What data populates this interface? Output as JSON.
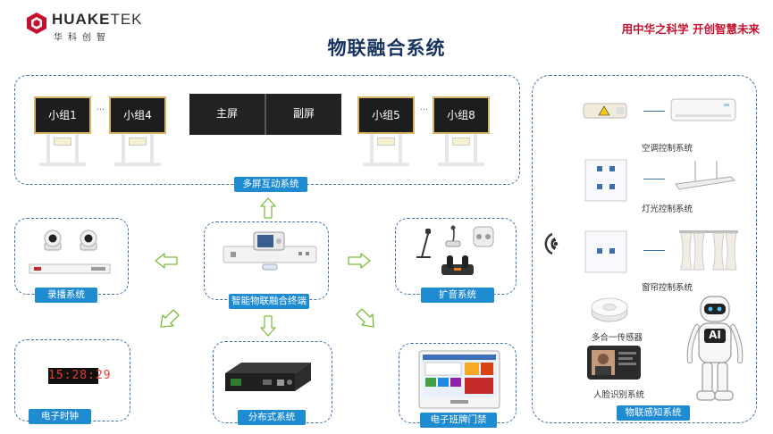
{
  "header": {
    "logo_text_bold": "HUAKE",
    "logo_text_light": "TEK",
    "logo_sub": "华科创智",
    "slogan": "用中华之科学 开创智慧未来",
    "title": "物联融合系统"
  },
  "screens": {
    "groups": [
      "小组1",
      "小组4",
      "小组5",
      "小组8"
    ],
    "ellipsis": "…",
    "main": "主屏",
    "sub": "副屏",
    "tag": "多屏互动系统"
  },
  "center": {
    "tag": "智能物联融合终端"
  },
  "recording": {
    "tag": "录播系统"
  },
  "audio": {
    "tag": "扩音系统"
  },
  "clock": {
    "tag": "电子时钟",
    "time": "15:28:29"
  },
  "distributed": {
    "tag": "分布式系统"
  },
  "classboard": {
    "tag": "电子班牌门禁"
  },
  "iot": {
    "tag": "物联感知系统",
    "ac": "空调控制系统",
    "light": "灯光控制系统",
    "curtain": "窗帘控制系统",
    "sensor": "多合一传感器",
    "face": "人脸识别系统",
    "robot_label": "AI"
  },
  "colors": {
    "box_border": "#3d6fa6",
    "tag_bg": "#1f8bd1",
    "arrow": "#7cbd3e",
    "title": "#16335f",
    "slogan": "#c8102e",
    "logo_red": "#c8102e"
  }
}
